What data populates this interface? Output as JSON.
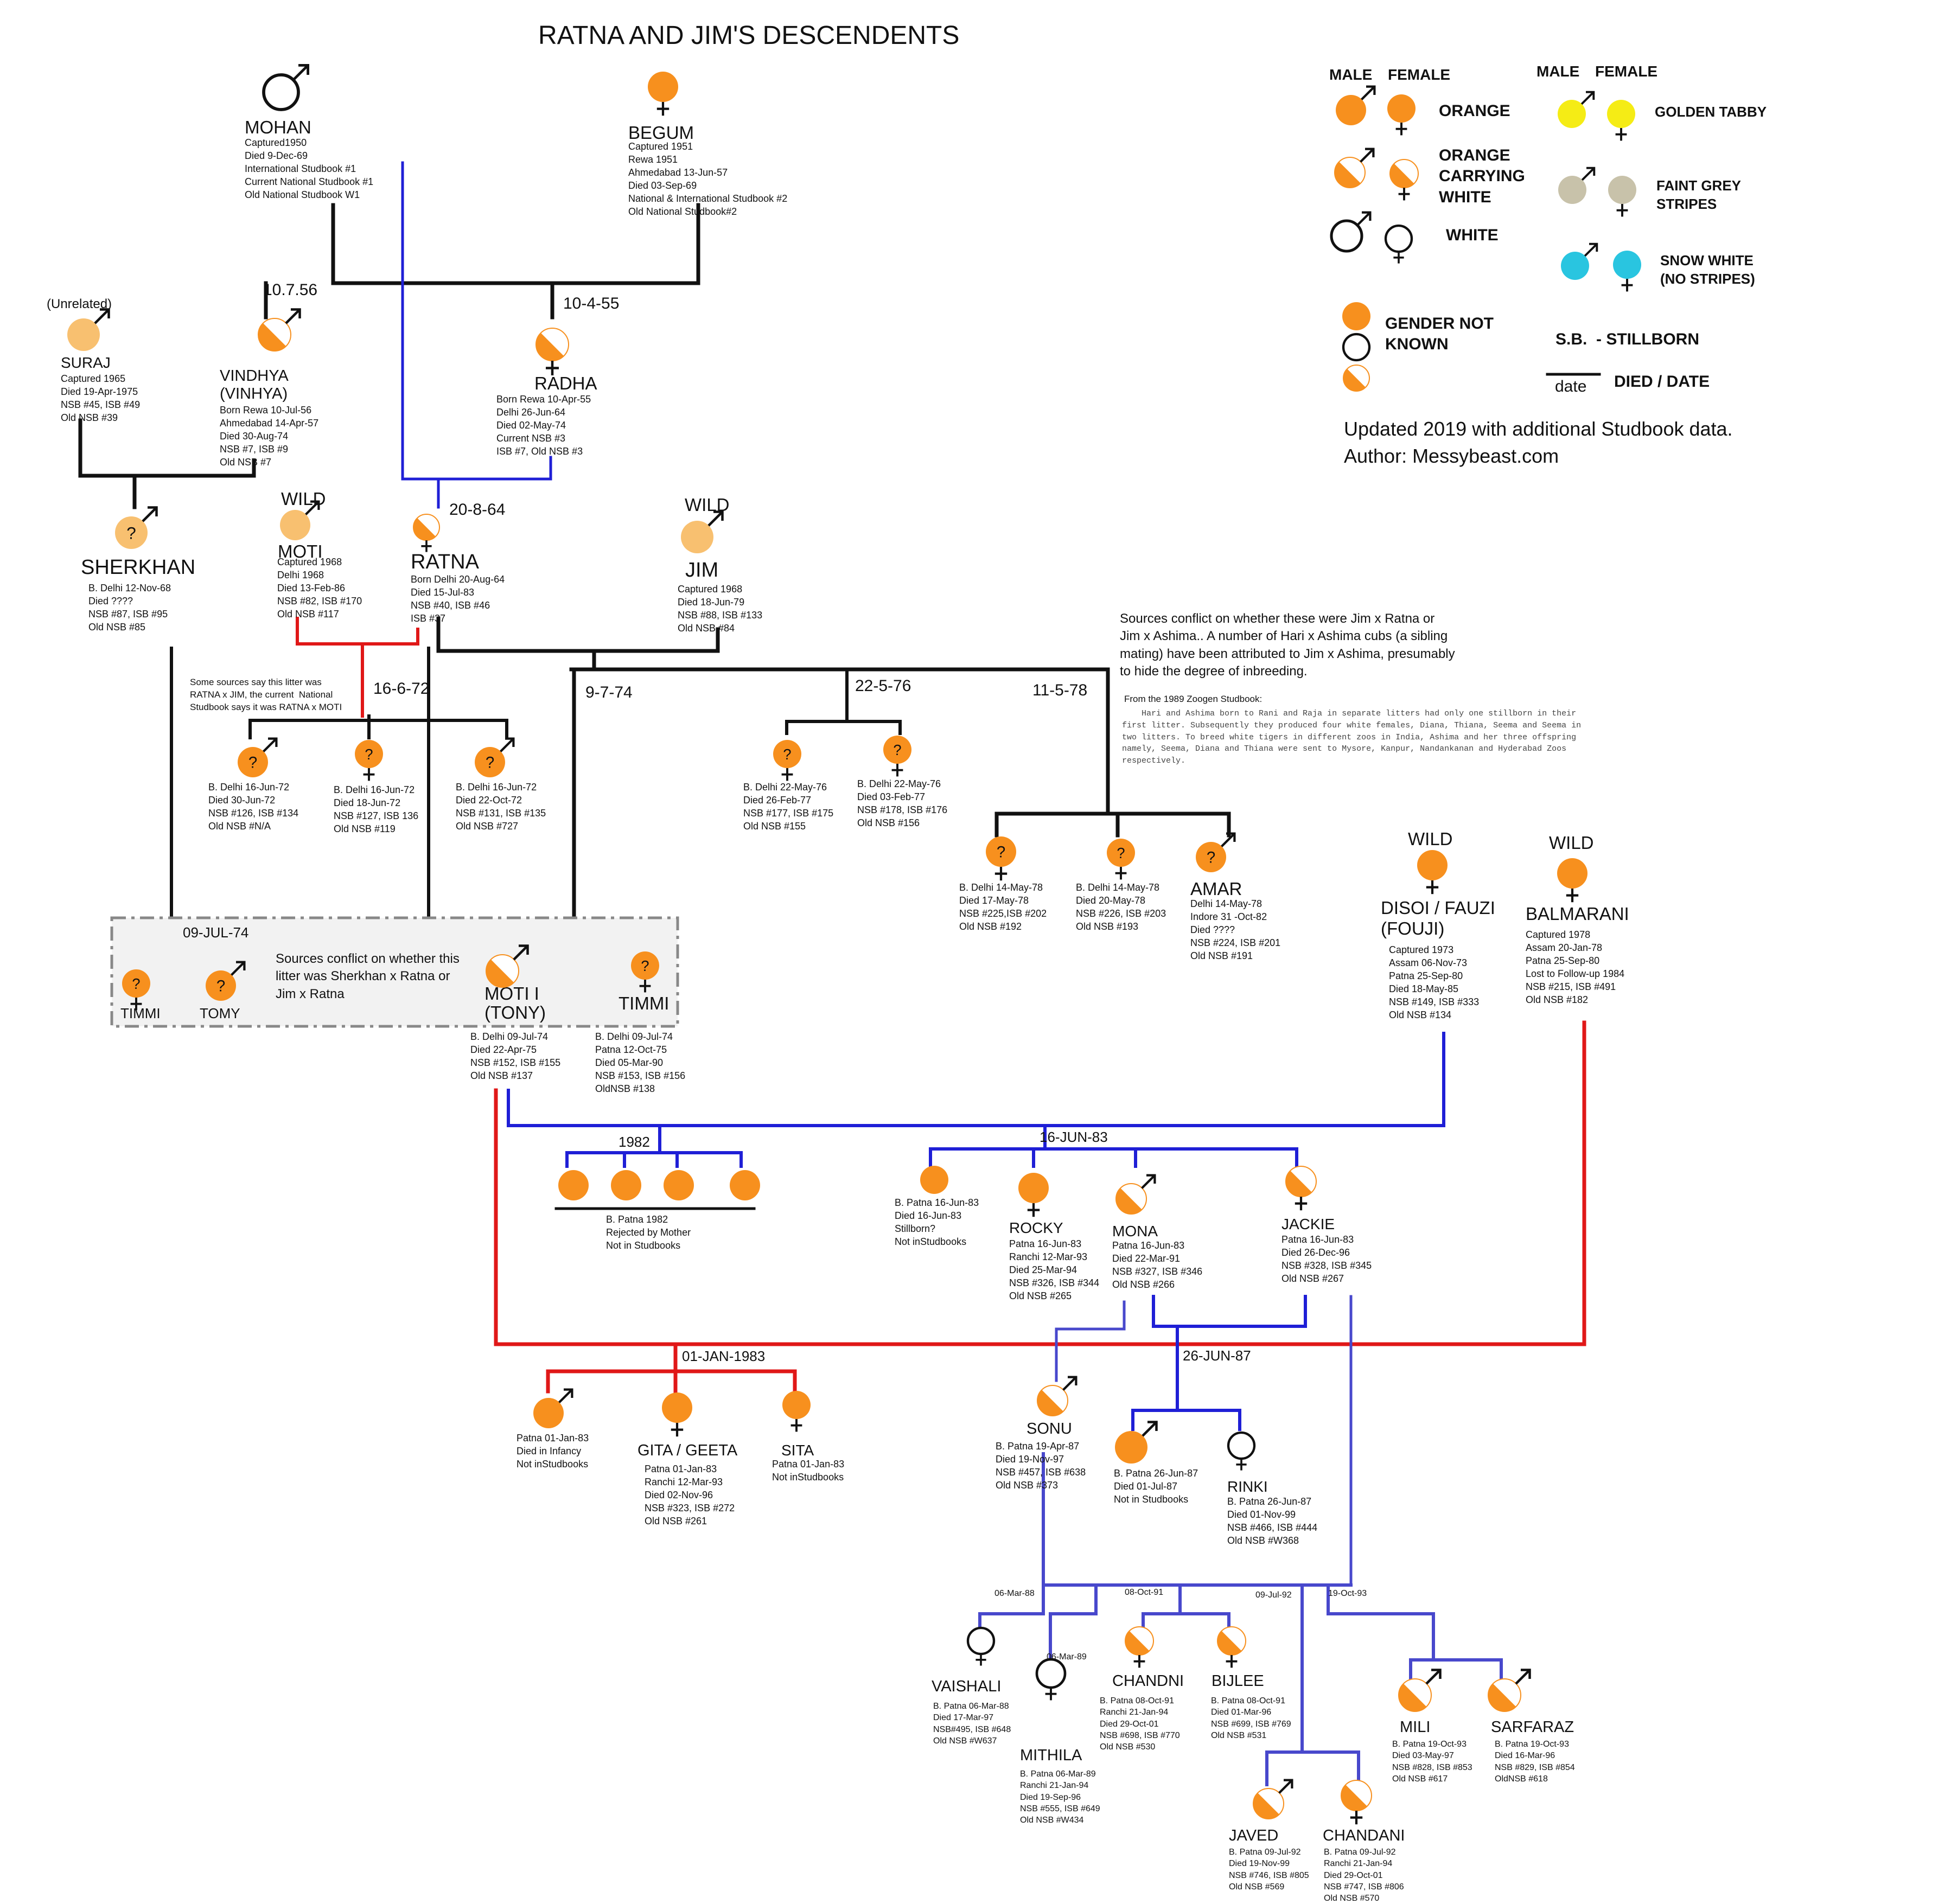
{
  "title": "RATNA AND JIM'S DESCENDENTS",
  "colors": {
    "orange": "#f7901e",
    "orange_light": "#f8c070",
    "golden": "#f5ec15",
    "grey": "#c8c2aa",
    "snow": "#29c5e0",
    "black": "#111111",
    "blue": "#1f1fd6",
    "blue_light": "#4848cc",
    "red": "#e01818",
    "dash_box": "#f2f2f2"
  },
  "legend": {
    "male": "MALE",
    "female": "FEMALE",
    "orange": "ORANGE",
    "orange_white": "ORANGE\nCARRYING\nWHITE",
    "white": "WHITE",
    "golden": "GOLDEN TABBY",
    "grey": "FAINT GREY\nSTRIPES",
    "snow": "SNOW WHITE\n(NO STRIPES)",
    "unknown": "GENDER NOT\nKNOWN",
    "stillborn": "S.B.  - STILLBORN",
    "died": "DIED / DATE",
    "date": "date"
  },
  "updated": "Updated 2019 with additional Studbook data.\nAuthor: Messybeast.com",
  "labels": {
    "unrelated": "(Unrelated)",
    "wild": "WILD",
    "q": "?"
  },
  "notes": {
    "conflict_top": "Sources conflict on whether these were Jim x Ratna or\nJim x Ashima.. A number of Hari x Ashima cubs (a sibling\nmating) have been attributed to Jim x Ashima, presumably\nto hide the degree of inbreeding.",
    "zoogen_head": "From the 1989 Zoogen Studbook:",
    "zoogen_body": "    Hari and Ashima born to Rani and Raja in separate litters had only one stillborn in their\nfirst litter. Subsequently they produced four white females, Diana, Thiana, Seema and Seema in\ntwo litters. To breed white tigers in different zoos in India, Ashima and her three offspring\nnamely, Seema, Diana and Thiana were sent to Mysore, Kanpur, Nandankanan and Hyderabad Zoos\nrespectively.",
    "ratna_moti": "Some sources say this litter was\nRATNA x JIM, the current  National\nStudbook says it was RATNA x MOTI",
    "sherkhan": "Sources conflict on whether this\nlitter was Sherkhan x Ratna or\nJim x Ratna"
  },
  "dates": {
    "d1": "10.7.56",
    "d2": "10-4-55",
    "d3": "20-8-64",
    "d4": "16-6-72",
    "d5": "9-7-74",
    "d6": "22-5-76",
    "d7": "11-5-78",
    "d8": "09-JUL-74",
    "d9": "1982",
    "d10": "16-JUN-83",
    "d11": "01-JAN-1983",
    "d12": "26-JUN-87",
    "d13": "06-Mar-88",
    "d14": "06-Mar-89",
    "d15": "08-Oct-91",
    "d16": "09-Jul-92",
    "d17": "19-Oct-93"
  },
  "animals": {
    "mohan": {
      "name": "MOHAN",
      "info": "Captured1950\nDied 9-Dec-69\nInternational Studbook #1\nCurrent National Studbook #1\nOld National Studbook W1"
    },
    "begum": {
      "name": "BEGUM",
      "info": "Captured 1951\nRewa 1951\nAhmedabad 13-Jun-57\nDied 03-Sep-69\nNational & International Studbook #2\nOld National Studbook#2"
    },
    "suraj": {
      "name": "SURAJ",
      "info": "Captured 1965\nDied 19-Apr-1975\nNSB #45, ISB #49\nOld NSB #39"
    },
    "vindhya": {
      "name": "VINDHYA\n(VINHYA)",
      "info": "Born Rewa 10-Jul-56\nAhmedabad 14-Apr-57\nDied 30-Aug-74\nNSB #7, ISB #9\nOld NSB #7"
    },
    "radha": {
      "name": "RADHA",
      "info": "Born Rewa 10-Apr-55\nDelhi 26-Jun-64\nDied 02-May-74\nCurrent NSB #3\nISB #7, Old NSB #3"
    },
    "sherkhan": {
      "name": "SHERKHAN",
      "info": "B. Delhi 12-Nov-68\nDied ????\nNSB #87, ISB #95\nOld NSB #85"
    },
    "moti": {
      "name": "MOTI",
      "info": "Captured 1968\nDelhi 1968\nDied 13-Feb-86\nNSB #82, ISB #170\nOld NSB #117"
    },
    "ratna": {
      "name": "RATNA",
      "info": "Born Delhi 20-Aug-64\nDied 15-Jul-83\nNSB #40, ISB #46\nISB #37"
    },
    "jim": {
      "name": "JIM",
      "info": "Captured 1968\nDied 18-Jun-79\nNSB #88, ISB #133\nOld NSB #84"
    },
    "c72a": {
      "info": "B. Delhi 16-Jun-72\nDied 30-Jun-72\nNSB #126, ISB #134\nOld NSB #N/A"
    },
    "c72b": {
      "info": "B. Delhi 16-Jun-72\nDied 18-Jun-72\nNSB #127, ISB 136\nOld NSB #119"
    },
    "c72c": {
      "info": "B. Delhi 16-Jun-72\nDied 22-Oct-72\nNSB #131, ISB #135\nOld NSB #727"
    },
    "c76a": {
      "info": "B. Delhi 22-May-76\nDied 26-Feb-77\nNSB #177, ISB #175\nOld NSB #155"
    },
    "c76b": {
      "info": "B. Delhi 22-May-76\nDied 03-Feb-77\nNSB #178, ISB #176\nOld NSB #156"
    },
    "c78a": {
      "info": "B. Delhi 14-May-78\nDied 17-May-78\nNSB #225,ISB #202\nOld NSB #192"
    },
    "c78b": {
      "info": "B. Delhi 14-May-78\nDied 20-May-78\nNSB #226, ISB #203\nOld NSB #193"
    },
    "amar": {
      "name": "AMAR",
      "info": "Delhi 14-May-78\nIndore 31 -Oct-82\nDied ????\nNSB #224, ISB #201\nOld NSB #191"
    },
    "disoi": {
      "name": "DISOI / FAUZI\n(FOUJI)",
      "info": "Captured 1973\nAssam 06-Nov-73\nPatna 25-Sep-80\nDied 18-May-85\nNSB #149, ISB #333\nOld NSB #134"
    },
    "balmarani": {
      "name": "BALMARANI",
      "info": "Captured 1978\nAssam 20-Jan-78\nPatna 25-Sep-80\nLost to Follow-up 1984\nNSB #215, ISB #491\nOld NSB #182"
    },
    "timmi1": {
      "name": "TIMMI"
    },
    "tomy": {
      "name": "TOMY"
    },
    "motii": {
      "name": "MOTI I\n(TONY)",
      "info": "B. Delhi 09-Jul-74\nDied 22-Apr-75\nNSB #152, ISB #155\nOld NSB #137"
    },
    "timmi2": {
      "name": "TIMMI",
      "info": "B. Delhi 09-Jul-74\nPatna 12-Oct-75\nDied 05-Mar-90\nNSB #153, ISB #156\nOldNSB #138"
    },
    "c82": {
      "info": "B. Patna 1982\nRejected by Mother\nNot in Studbooks"
    },
    "sb83": {
      "info": "B. Patna 16-Jun-83\nDied 16-Jun-83\nStillborn?\nNot inStudbooks"
    },
    "rocky": {
      "name": "ROCKY",
      "info": "Patna 16-Jun-83\nRanchi 12-Mar-93\nDied 25-Mar-94\nNSB #326, ISB #344\nOld NSB #265"
    },
    "mona": {
      "name": "MONA",
      "info": "Patna 16-Jun-83\nDied 22-Mar-91\nNSB #327, ISB #346\nOld NSB #266"
    },
    "jackie": {
      "name": "JACKIE",
      "info": "Patna 16-Jun-83\nDied 26-Dec-96\nNSB #328, ISB #345\nOld NSB #267"
    },
    "inf83": {
      "info": "Patna 01-Jan-83\nDied in Infancy\nNot inStudbooks"
    },
    "gita": {
      "name": "GITA / GEETA",
      "info": "Patna 01-Jan-83\nRanchi 12-Mar-93\nDied 02-Nov-96\nNSB #323, ISB #272\nOld NSB #261"
    },
    "sita": {
      "name": "SITA",
      "info": "Patna 01-Jan-83\nNot inStudbooks"
    },
    "sonu": {
      "name": "SONU",
      "info": "B. Patna 19-Apr-87\nDied 19-Nov-97\nNSB #457, ISB #638\nOld NSB #373"
    },
    "m87": {
      "info": "B. Patna 26-Jun-87\nDied 01-Jul-87\nNot in Studbooks"
    },
    "rinki": {
      "name": "RINKI",
      "info": "B. Patna 26-Jun-87\nDied 01-Nov-99\nNSB #466, ISB #444\nOld NSB #W368"
    },
    "vaishali": {
      "name": "VAISHALI",
      "info": "B. Patna 06-Mar-88\nDied 17-Mar-97\nNSB#495, ISB #648\nOld NSB #W637"
    },
    "mithila": {
      "name": "MITHILA",
      "info": "B. Patna 06-Mar-89\nRanchi 21-Jan-94\nDied 19-Sep-96\nNSB #555, ISB #649\nOld NSB #W434"
    },
    "chandni": {
      "name": "CHANDNI",
      "info": "B. Patna 08-Oct-91\nRanchi 21-Jan-94\nDied 29-Oct-01\nNSB #698, ISB #770\nOld NSB #530"
    },
    "bijlee": {
      "name": "BIJLEE",
      "info": "B. Patna 08-Oct-91\nDied 01-Mar-96\nNSB #699, ISB #769\nOld NSB #531"
    },
    "javed": {
      "name": "JAVED",
      "info": "B. Patna 09-Jul-92\nDied 19-Nov-99\nNSB #746, ISB #805\nOld NSB #569"
    },
    "chandani": {
      "name": "CHANDANI",
      "info": "B. Patna 09-Jul-92\nRanchi 21-Jan-94\nDied 29-Oct-01\nNSB #747, ISB #806\nOld NSB #570"
    },
    "mili": {
      "name": "MILI",
      "info": "B. Patna 19-Oct-93\nDied 03-May-97\nNSB #828, ISB #853\nOld NSB #617"
    },
    "sarfaraz": {
      "name": "SARFARAZ",
      "info": "B. Patna 19-Oct-93\nDied 16-Mar-96\nNSB #829, ISB #854\nOldNSB #618"
    }
  }
}
